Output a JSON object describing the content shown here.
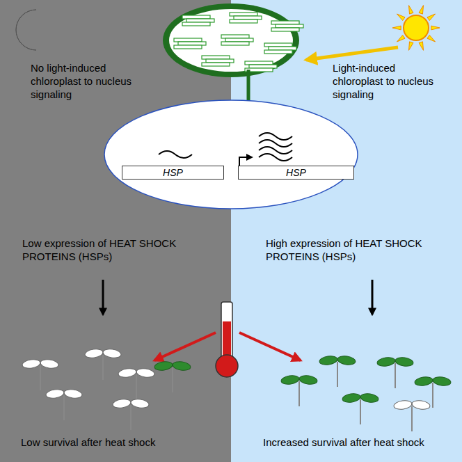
{
  "diagram": {
    "nodes": [
      {
        "text": [
          "HSP"
        ]
      },
      {
        "text": [
          "HSP"
        ]
      }
    ],
    "labels": [
      "No light-induced chloroplast to nucleus signaling",
      "Light-induced chloroplast to nucleus signaling",
      "Low expression of HEAT SHOCK PROTEINS (HSPs)",
      "High expression of HEAT SHOCK PROTEINS (HSPs)",
      "Low survival after heat shock",
      "Increased survival after heat shock"
    ]
  }
}
